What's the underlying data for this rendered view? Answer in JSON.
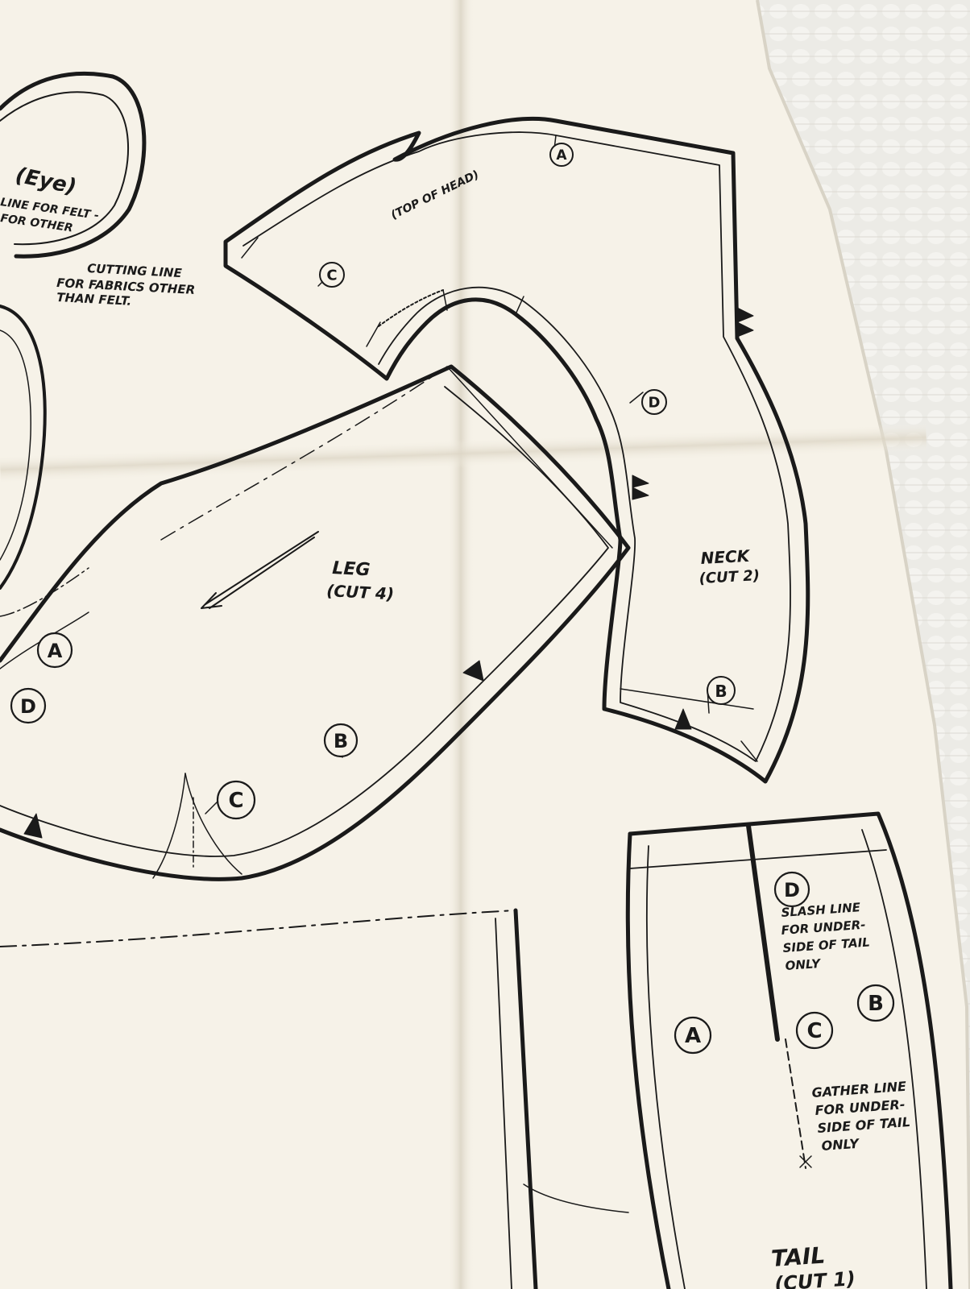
{
  "labels": {
    "piece_left_name": "(Eye)",
    "felt_note_1": "LINE FOR FELT -",
    "felt_note_2": "FOR OTHER",
    "cutting_1": "CUTTING LINE",
    "cutting_2": "FOR FABRICS OTHER",
    "cutting_3": "THAN FELT.",
    "top_of_head": "(TOP OF HEAD)",
    "leg_name": "LEG",
    "leg_cut": "(CUT 4)",
    "neck_name": "NECK",
    "neck_cut": "(CUT 2)",
    "slash_1": "SLASH LINE",
    "slash_2": "FOR UNDER-",
    "slash_3": "SIDE OF TAIL",
    "slash_4": "ONLY",
    "gather_1": "GATHER LINE",
    "gather_2": "FOR UNDER-",
    "gather_3": "SIDE OF TAIL",
    "gather_4": "ONLY",
    "tail_name": "TAIL",
    "tail_cut": "(CUT 1)"
  },
  "markers": {
    "neck_a": "A",
    "neck_c": "C",
    "neck_d": "D",
    "neck_b": "B",
    "leg_a": "A",
    "leg_d": "D",
    "leg_b": "B",
    "leg_c": "C",
    "tail_d": "D",
    "tail_a": "A",
    "tail_c": "C",
    "tail_b": "B"
  },
  "colors": {
    "paper": "#f6f2e8",
    "paper_shade": "#ebe5d7",
    "ink": "#1a1a1a",
    "quilt": "#ecebe6"
  }
}
